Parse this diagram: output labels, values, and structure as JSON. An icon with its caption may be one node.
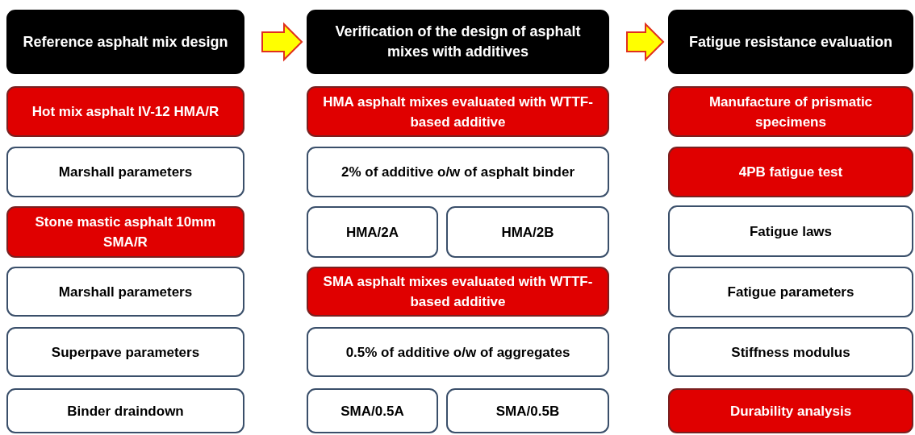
{
  "diagram": {
    "nodes": [
      {
        "text": [
          "Reference asphalt mix design"
        ]
      },
      {
        "text": [
          "Hot mix asphalt IV-12 HMA/R"
        ]
      },
      {
        "text": [
          "Marshall parameters"
        ]
      },
      {
        "text": [
          "Stone mastic asphalt 10mm SMA/R"
        ]
      },
      {
        "text": [
          "Marshall parameters"
        ]
      },
      {
        "text": [
          "Superpave parameters"
        ]
      },
      {
        "text": [
          "Binder draindown"
        ]
      },
      {
        "text": [
          "Verification of the design of asphalt mixes with additives"
        ]
      },
      {
        "text": [
          "HMA asphalt mixes evaluated with WTTF-based additive"
        ]
      },
      {
        "text": [
          "2% of additive o/w of asphalt binder"
        ]
      },
      {
        "text": [
          "HMA/2A"
        ]
      },
      {
        "text": [
          "HMA/2B"
        ]
      },
      {
        "text": [
          "SMA asphalt mixes evaluated with WTTF-based additive"
        ]
      },
      {
        "text": [
          "0.5% of additive o/w of aggregates"
        ]
      },
      {
        "text": [
          "SMA/0.5A"
        ]
      },
      {
        "text": [
          "SMA/0.5B"
        ]
      },
      {
        "text": [
          "Fatigue resistance evaluation"
        ]
      },
      {
        "text": [
          "Manufacture of prismatic specimens"
        ]
      },
      {
        "text": [
          "4PB fatigue test"
        ]
      },
      {
        "text": [
          "Fatigue laws"
        ]
      },
      {
        "text": [
          "Fatigue parameters"
        ]
      },
      {
        "text": [
          "Stiffness modulus"
        ]
      },
      {
        "text": [
          "Durability analysis"
        ]
      }
    ],
    "edges": [
      {
        "from": 0,
        "to": 7,
        "arrow": "to"
      },
      {
        "from": 7,
        "to": 16,
        "arrow": "to"
      }
    ]
  }
}
